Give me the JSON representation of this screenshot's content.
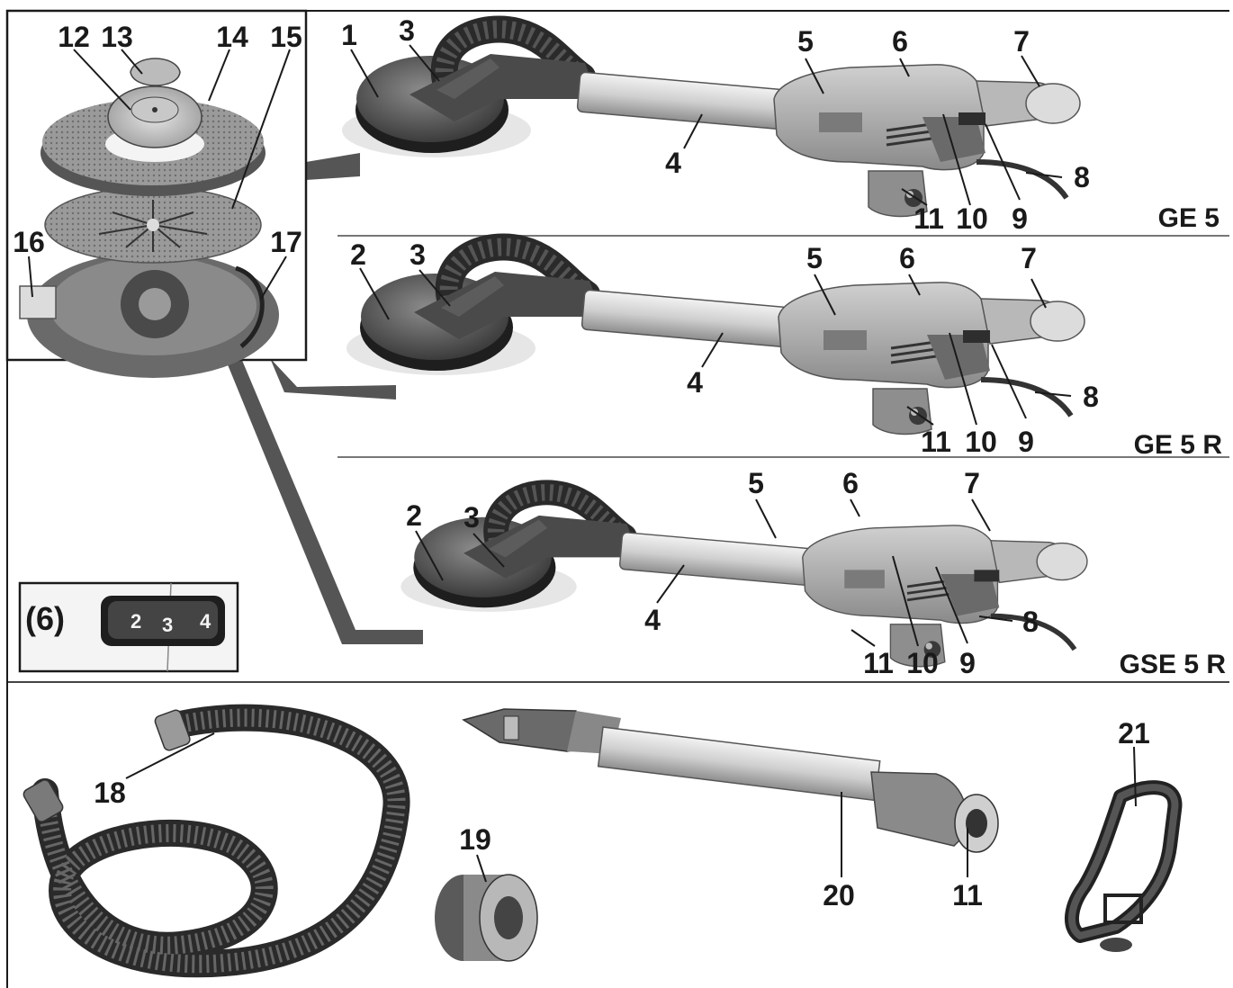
{
  "model_labels": {
    "ge5": "GE 5",
    "ge5r": "GE 5 R",
    "gse5r": "GSE 5 R"
  },
  "inset_label": "(6)",
  "dial_numbers": [
    "2",
    "3",
    "4"
  ],
  "callouts": {
    "c1": "1",
    "c2": "2",
    "c3": "3",
    "c4": "4",
    "c5": "5",
    "c6": "6",
    "c7": "7",
    "c8": "8",
    "c9": "9",
    "c10": "10",
    "c11": "11",
    "c12": "12",
    "c13": "13",
    "c14": "14",
    "c15": "15",
    "c16": "16",
    "c17": "17",
    "c18": "18",
    "c19": "19",
    "c20": "20",
    "c21": "21"
  },
  "colors": {
    "line": "#1a1a1a",
    "tube": "#d6d6d6",
    "body": "#a9a9a9",
    "dark": "#3a3a3a",
    "hose": "#2a2a2a"
  }
}
